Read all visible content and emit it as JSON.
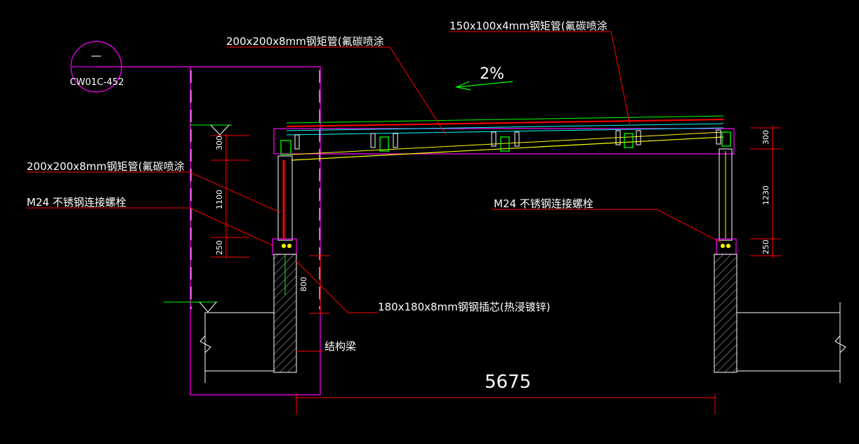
{
  "drawing": {
    "ref_top": "—",
    "ref_bottom": "CW01C-452",
    "slope": "2%",
    "top_left_label": "200x200x8mm钢矩管(氟碳喷涂",
    "top_right_label": "150x100x4mm钢矩管(氟碳喷涂",
    "left_tube_label": "200x200x8mm钢矩管(氟碳喷涂",
    "left_bolt_label": "M24 不锈钢连接螺栓",
    "right_bolt_label": "M24 不锈钢连接螺栓",
    "core_label": "180x180x8mm钢钢插芯(热浸镀锌)",
    "beam_label": "结构梁",
    "span": "5675",
    "left_dims": [
      "300",
      "1100",
      "250"
    ],
    "left_pier_dim": "800",
    "right_dims": [
      "300",
      "1230",
      "250"
    ]
  },
  "colors": {
    "background": "#000000",
    "magenta": "#ff00ff",
    "red": "#ff0000",
    "yellow": "#ffff00",
    "green": "#00ff00",
    "cyan": "#00ffff",
    "white": "#ffffff"
  }
}
